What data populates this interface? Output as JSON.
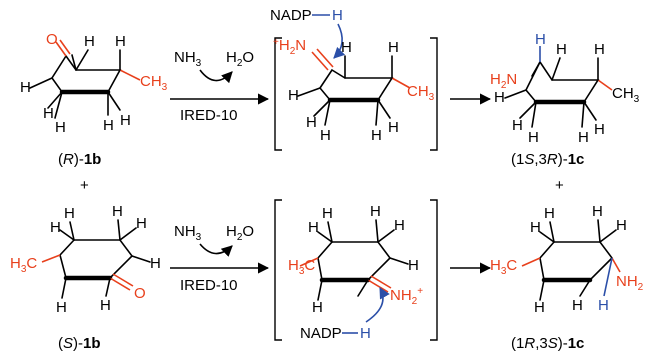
{
  "reagents": {
    "nh3": "NH",
    "nh3_sub": "3",
    "h2o_h": "H",
    "h2o_sub": "2",
    "h2o_o": "O",
    "enzyme": "IRED-10"
  },
  "cofactor": {
    "label": "NADP",
    "hydride": "H"
  },
  "atoms": {
    "H": "H",
    "O": "O",
    "CH3": "CH",
    "CH3_sub": "3",
    "H3C_pre": "H",
    "H3C_sub": "3",
    "H3C_post": "C",
    "imine_H2N": "H",
    "imine_H2N_sub": "2",
    "imine_H2N_N": "N",
    "plus": "+",
    "NH2": "NH",
    "NH2_sub": "2",
    "H2N_H": "H",
    "H2N_sub": "2",
    "H2N_N": "N"
  },
  "labels": {
    "r1b": {
      "pre": "(",
      "stereo": "R",
      "mid": ")-",
      "bold": "1b"
    },
    "s1b": {
      "pre": "(",
      "stereo": "S",
      "mid": ")-",
      "bold": "1b"
    },
    "p1": {
      "pre": "(1",
      "s1": "S",
      "mid": ",3",
      "s2": "R",
      "post": ")-",
      "bold": "1c"
    },
    "p2": {
      "pre": "(1",
      "s1": "R",
      "mid": ",3",
      "s2": "S",
      "post": ")-",
      "bold": "1c"
    },
    "plus": "+"
  },
  "colors": {
    "red": "#e8401c",
    "blue": "#2b4fa8"
  }
}
